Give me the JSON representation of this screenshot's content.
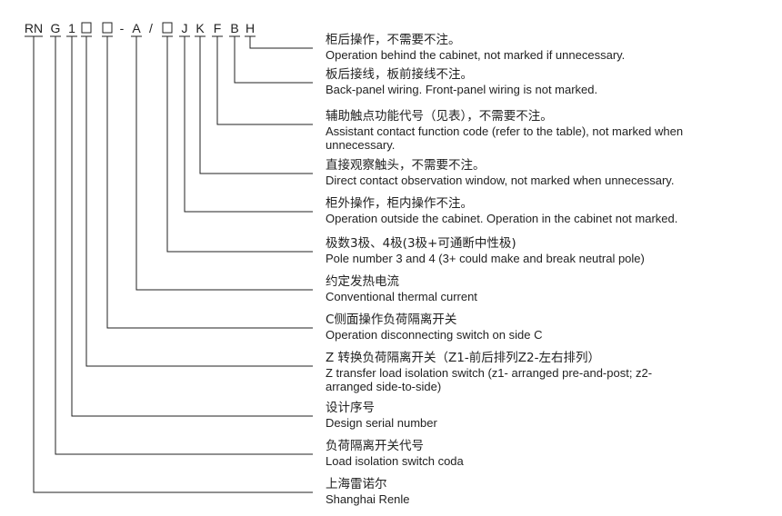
{
  "code_segments": [
    {
      "label": "RN",
      "box": false
    },
    {
      "label": "G",
      "box": false
    },
    {
      "label": "1",
      "box": false
    },
    {
      "label": "",
      "box": true
    },
    {
      "label": "",
      "box": true
    },
    {
      "label": "-",
      "box": false
    },
    {
      "label": "A",
      "box": false
    },
    {
      "label": "/",
      "box": false
    },
    {
      "label": "",
      "box": true
    },
    {
      "label": "J",
      "box": false
    },
    {
      "label": "K",
      "box": false
    },
    {
      "label": "F",
      "box": false
    },
    {
      "label": "B",
      "box": false
    },
    {
      "label": "H",
      "box": false
    }
  ],
  "annotations": [
    {
      "zh": "柜后操作，不需要不注。",
      "en": [
        "Operation behind the cabinet, not marked if unnecessary."
      ]
    },
    {
      "zh": "板后接线，板前接线不注。",
      "en": [
        "Back-panel wiring. Front-panel wiring is not marked."
      ]
    },
    {
      "zh": "辅助触点功能代号（见表），不需要不注。",
      "en": [
        "Assistant contact function code (refer to the table), not marked when",
        "unnecessary."
      ]
    },
    {
      "zh": "直接观察触头，不需要不注。",
      "en": [
        "Direct contact observation window, not marked when unnecessary."
      ]
    },
    {
      "zh": "柜外操作，柜内操作不注。",
      "en": [
        "Operation outside the cabinet. Operation in the cabinet not marked."
      ]
    },
    {
      "zh": "极数3极、4极(3极+可通断中性极)",
      "en": [
        "Pole number 3 and 4 (3+ could make and break neutral pole)"
      ]
    },
    {
      "zh": "约定发热电流",
      "en": [
        "Conventional thermal current"
      ]
    },
    {
      "zh": "C侧面操作负荷隔离开关",
      "en": [
        "Operation disconnecting switch on side C"
      ]
    },
    {
      "zh": "Z 转换负荷隔离开关（Z1-前后排列Z2-左右排列）",
      "en": [
        "Z transfer  load isolation switch  (z1- arranged pre-and-post; z2-",
        "arranged side-to-side)"
      ]
    },
    {
      "zh": "设计序号",
      "en": [
        "Design serial number"
      ]
    },
    {
      "zh": "负荷隔离开关代号",
      "en": [
        "Load isolation switch coda"
      ]
    },
    {
      "zh": "上海雷诺尔",
      "en": [
        "Shanghai Renle"
      ]
    }
  ]
}
